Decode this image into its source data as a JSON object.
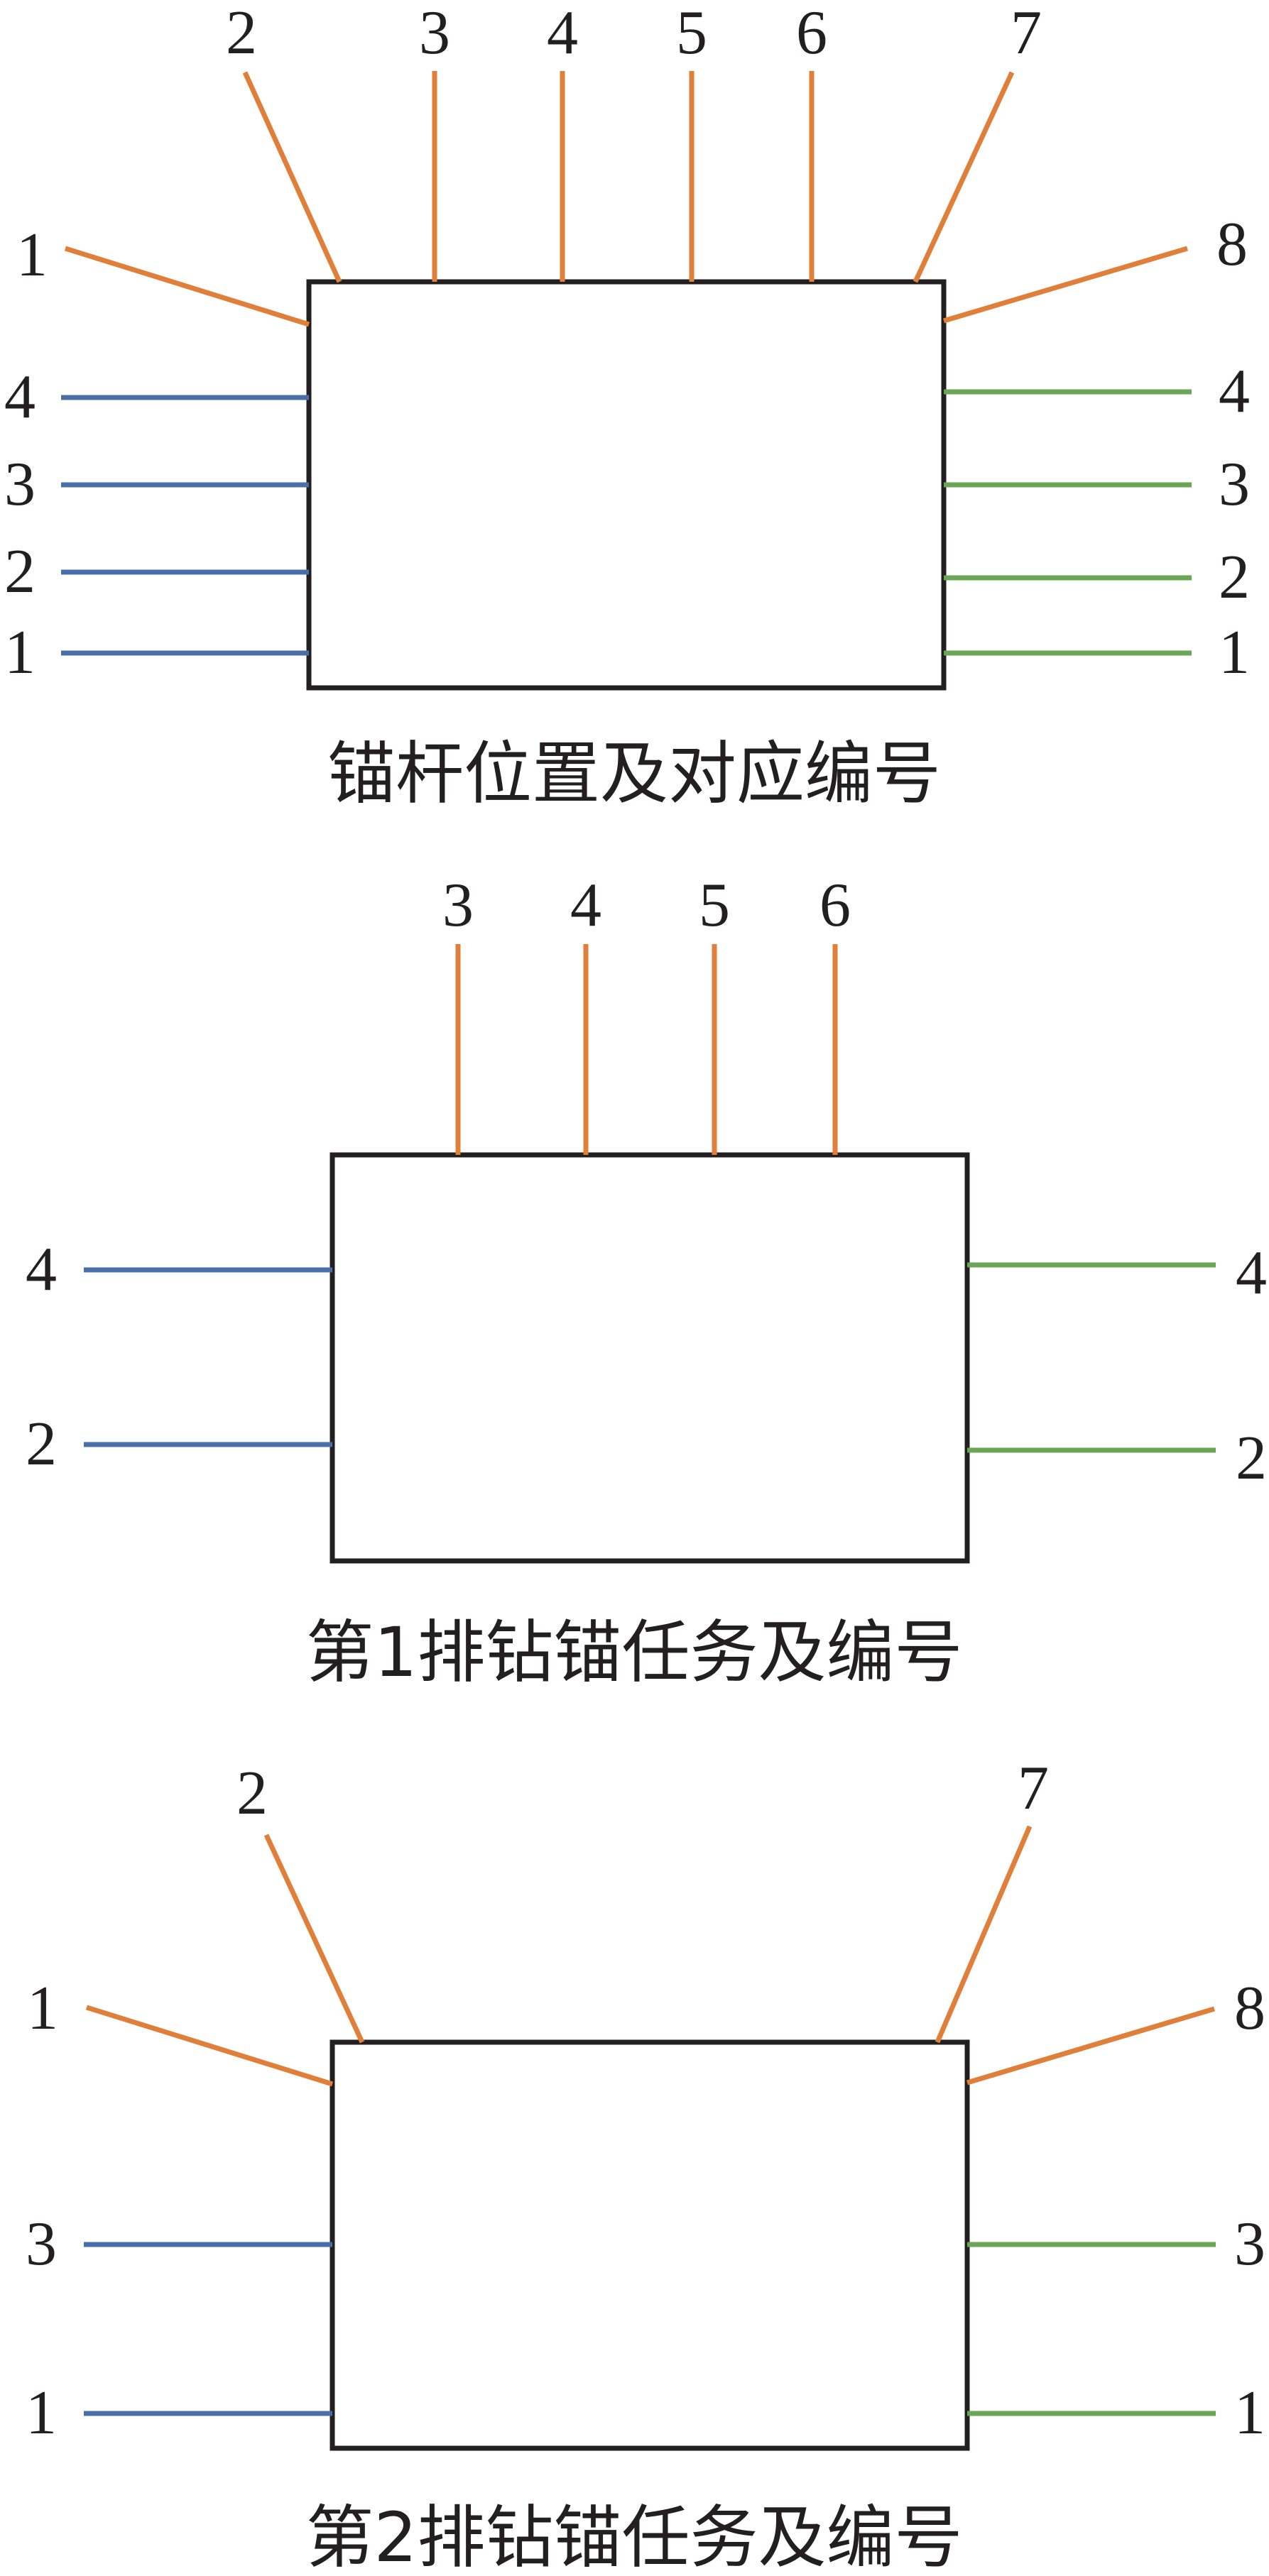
{
  "colors": {
    "orange": "#e07f3a",
    "blue": "#4a6fa8",
    "green": "#6aa656",
    "outline": "#231f20",
    "text": "#231f20"
  },
  "panels": [
    {
      "caption": "锚杆位置及对应编号",
      "top_labels": [
        "1",
        "2",
        "3",
        "4",
        "5",
        "6",
        "7",
        "8"
      ],
      "left_labels": [
        "4",
        "3",
        "2",
        "1"
      ],
      "right_labels": [
        "4",
        "3",
        "2",
        "1"
      ]
    },
    {
      "caption": "第1排钻锚任务及编号",
      "top_labels": [
        "3",
        "4",
        "5",
        "6"
      ],
      "left_labels": [
        "4",
        "2"
      ],
      "right_labels": [
        "4",
        "2"
      ]
    },
    {
      "caption": "第2排钻锚任务及编号",
      "top_labels": [
        "1",
        "2",
        "7",
        "8"
      ],
      "left_labels": [
        "3",
        "1"
      ],
      "right_labels": [
        "3",
        "1"
      ]
    }
  ]
}
